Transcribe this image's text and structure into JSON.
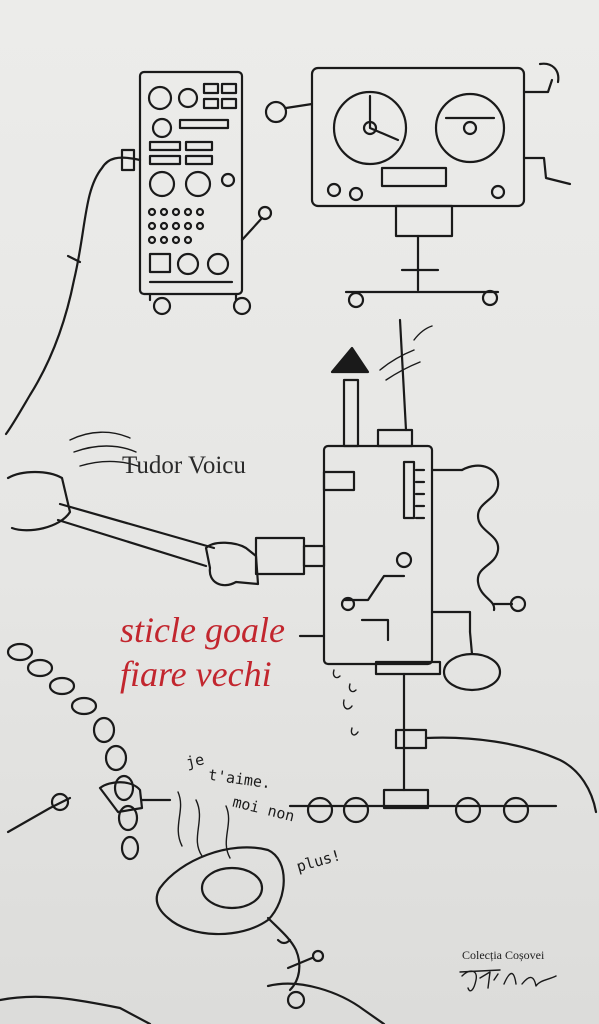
{
  "cover": {
    "author": "Tudor Voicu",
    "title_line1": "sticle goale",
    "title_line2": "fiare vechi",
    "series": "Colecția Coșovei",
    "scribble": {
      "line1": "je",
      "line2": "t'aime.",
      "line3": "moi non",
      "line4": "plus!"
    },
    "colors": {
      "title": "#c2262e",
      "ink": "#1a1a1a",
      "paper": "#ececea"
    },
    "icons": [
      "control-panel-drawing",
      "tape-recorder-drawing",
      "hammer-drawing",
      "robot-machine-drawing",
      "chain-drawing",
      "gramophone-horn-drawing",
      "signature-mark"
    ]
  }
}
